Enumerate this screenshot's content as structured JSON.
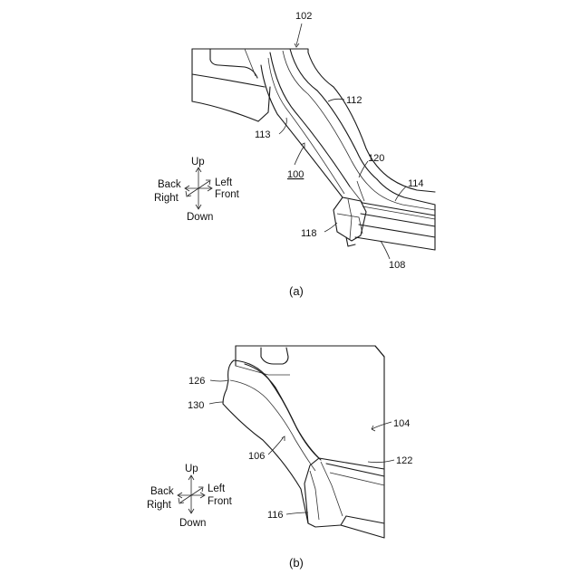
{
  "panel_a": {
    "caption": "(a)",
    "labels": {
      "l102": "102",
      "l112": "112",
      "l113": "113",
      "l100": "100",
      "l120": "120",
      "l114": "114",
      "l118": "118",
      "l108": "108"
    },
    "directions": {
      "up": "Up",
      "back": "Back",
      "left": "Left",
      "right": "Right",
      "front": "Front",
      "down": "Down"
    }
  },
  "panel_b": {
    "caption": "(b)",
    "labels": {
      "l126": "126",
      "l130": "130",
      "l104": "104",
      "l106": "106",
      "l122": "122",
      "l116": "116"
    },
    "directions": {
      "up": "Up",
      "back": "Back",
      "left": "Left",
      "right": "Right",
      "front": "Front",
      "down": "Down"
    }
  }
}
